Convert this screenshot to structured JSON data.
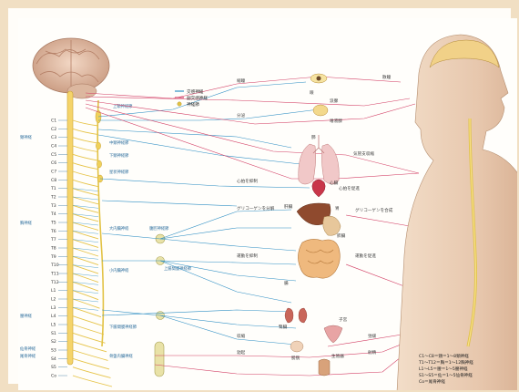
{
  "diagram": {
    "type": "autonomic-nervous-system",
    "legend_top": {
      "items": [
        "交感神経",
        "副交感神経",
        "神経節"
      ],
      "colors": [
        "#2f8fc4",
        "#d23c63",
        "#e2c244"
      ]
    },
    "legend_bottom": [
      "C1～C8＝頸＝1～8頸神経",
      "T1～T12＝胸＝1～12胸神経",
      "L1～L5＝腰＝1～5腰神経",
      "S1～S5＝仙＝1～5仙骨神経",
      "Co＝尾骨神経"
    ],
    "spinal_segments": [
      "C1",
      "C2",
      "C3",
      "C4",
      "C5",
      "C6",
      "C7",
      "C8",
      "T1",
      "T2",
      "T3",
      "T4",
      "T5",
      "T6",
      "T7",
      "T8",
      "T9",
      "T10",
      "T11",
      "T12",
      "L1",
      "L2",
      "L3",
      "L4",
      "L5",
      "S1",
      "S2",
      "S3",
      "S4",
      "S5",
      "Co"
    ],
    "left_labels": [
      "頸神経",
      "胸神経",
      "腰神経",
      "仙骨神経",
      "尾骨神経"
    ],
    "chain_labels": [
      "上頸神経節",
      "中頸神経節",
      "下頸神経節",
      "星状神経節",
      "大内臓神経",
      "小内臓神経",
      "下腸間膜神経節",
      "骨盤内臓神経",
      "腹腔神経節",
      "上腸間膜神経節"
    ],
    "organ_labels": [
      "眼",
      "涙腺",
      "唾液腺",
      "心臓",
      "肺",
      "胃",
      "肝臓",
      "膵臓",
      "腸",
      "腎臓",
      "膀胱",
      "子宮",
      "生殖器"
    ],
    "function_labels": [
      "縮瞳",
      "散瞳",
      "分泌",
      "気管支収縮",
      "心拍を抑制",
      "心拍を促進",
      "グリコーゲンを分解",
      "グリコーゲンを合成",
      "運動を抑制",
      "運動を促進",
      "収縮",
      "弛緩",
      "勃起",
      "射精"
    ],
    "colors": {
      "sympathetic": "#2f8fc4",
      "parasympathetic": "#d23c63",
      "ganglion": "#e2c244",
      "frame": "#f1dfc3"
    }
  }
}
